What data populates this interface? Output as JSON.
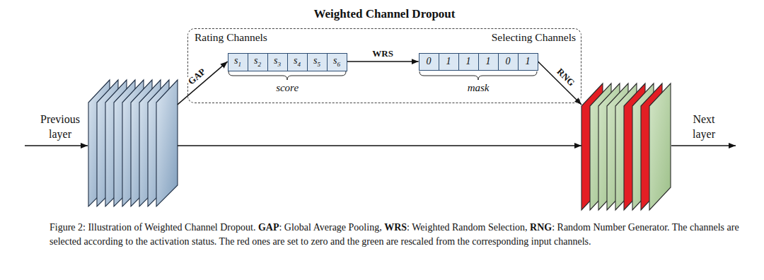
{
  "diagram": {
    "caption": "Figure 2: Illustration of Weighted Channel Dropout. GAP: Global Average Pooling, WRS: Weighted Random Selection, RNG: Random Number Generator. The channels are selected according to the activation status. The red ones are set to zero and the green are rescaled from the corresponding input channels.",
    "nodes": [
      {
        "text": [
          "Previous layer"
        ]
      },
      {
        "text": [
          "Weighted Channel Dropout",
          "Rating Channels",
          "Selecting Channels"
        ]
      },
      {
        "text": [
          "score"
        ],
        "in": 1
      },
      {
        "text": [
          "s1"
        ],
        "in": 2
      },
      {
        "text": [
          "s2"
        ],
        "in": 2
      },
      {
        "text": [
          "s3"
        ],
        "in": 2
      },
      {
        "text": [
          "s4"
        ],
        "in": 2
      },
      {
        "text": [
          "s5"
        ],
        "in": 2
      },
      {
        "text": [
          "s6"
        ],
        "in": 2
      },
      {
        "text": [
          "mask"
        ],
        "in": 1
      },
      {
        "text": [
          "0"
        ],
        "in": 9
      },
      {
        "text": [
          "1"
        ],
        "in": 9
      },
      {
        "text": [
          "1"
        ],
        "in": 9
      },
      {
        "text": [
          "1"
        ],
        "in": 9
      },
      {
        "text": [
          "0"
        ],
        "in": 9
      },
      {
        "text": [
          "1"
        ],
        "in": 9
      },
      {
        "text": [
          "Next layer"
        ]
      }
    ],
    "edges": [
      {
        "from": 0,
        "to": 2,
        "label": "GAP",
        "arrow": "to"
      },
      {
        "from": 2,
        "to": 9,
        "label": "WRS",
        "arrow": "to"
      },
      {
        "from": 9,
        "to": 16,
        "label": "RNG",
        "arrow": "to"
      },
      {
        "from": 0,
        "to": 16,
        "arrow": "to"
      }
    ]
  }
}
